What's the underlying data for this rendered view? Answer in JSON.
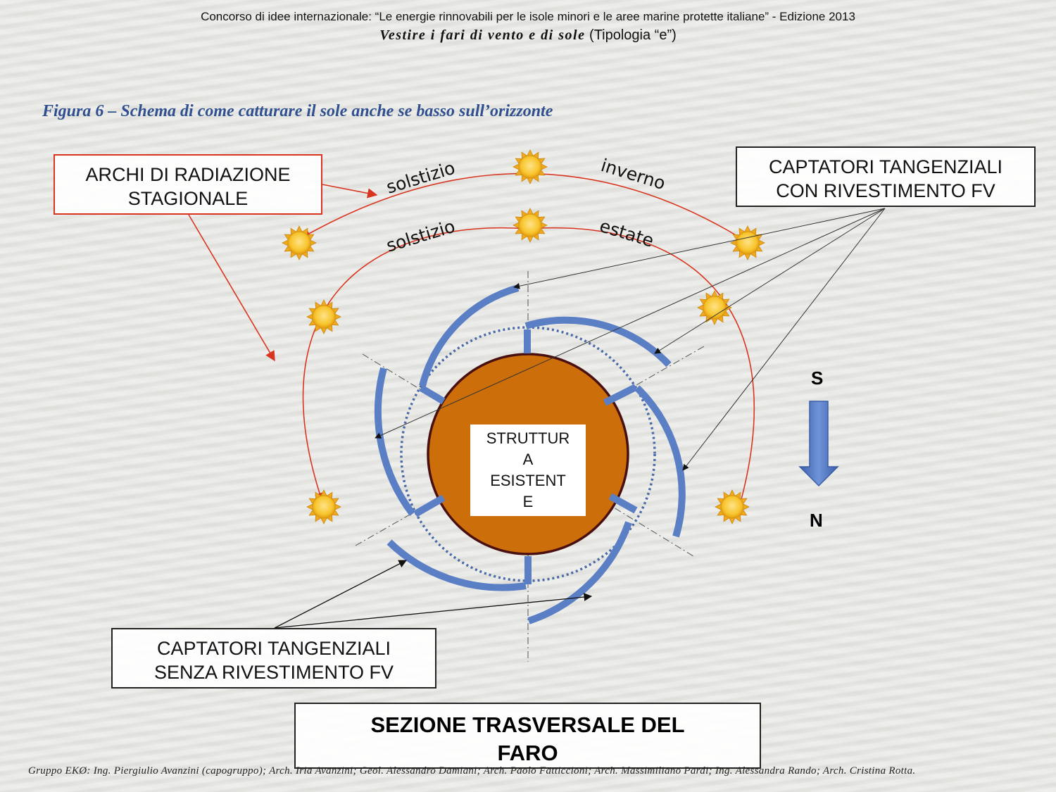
{
  "header": {
    "line1": "Concorso di idee internazionale: “Le energie rinnovabili per le isole minori e le aree marine protette italiane” - Edizione 2013",
    "motto": "Vestire i fari di vento e di sole",
    "typology": "(Tipologia “e”)"
  },
  "caption": "Figura 6 – Schema di come catturare il sole anche se basso sull’orizzonte",
  "labels": {
    "arcs_box_line1": "ARCHI  DI  RADIAZIONE",
    "arcs_box_line2": "STAGIONALE",
    "fv_box_line1": "CAPTATORI TANGENZIALI",
    "fv_box_line2": "CON  RIVESTIMENTO  FV",
    "nofv_box_line1": "CAPTATORI TANGENZIALI",
    "nofv_box_line2": "SENZA RIVESTIMENTO  FV",
    "section_line1": "SEZIONE TRASVERSALE   DEL",
    "section_line2": "FARO",
    "struttura_lines": [
      "STRUTTUR",
      "A",
      "ESISTENT",
      "E"
    ],
    "winter_left": "solstizio",
    "winter_right": "inverno",
    "summer_left": "solstizio",
    "summer_right": "estate",
    "compass_south": "S",
    "compass_north": "N"
  },
  "footer": "Gruppo EKØ: Ing. Piergiulio Avanzini (capogruppo); Arch. Iria Avanzini; Geol. Alessandro Damiani; Arch. Paolo Fatticcioni; Arch. Massimiliano Pardi; Ing. Alessandra Rando; Arch. Cristina Rotta.",
  "colors": {
    "structure_fill": "#cc6e0a",
    "structure_stroke": "#4a1010",
    "captator_blue": "#5b7fc4",
    "arc_red": "#d9341f",
    "sun_yellow": "#f7c52d",
    "caption_blue": "#2f4f8f",
    "arrow_blue": "#4a73bd"
  },
  "icons": {
    "sun": "sun-icon",
    "compass_arrow": "arrow-down-icon"
  }
}
